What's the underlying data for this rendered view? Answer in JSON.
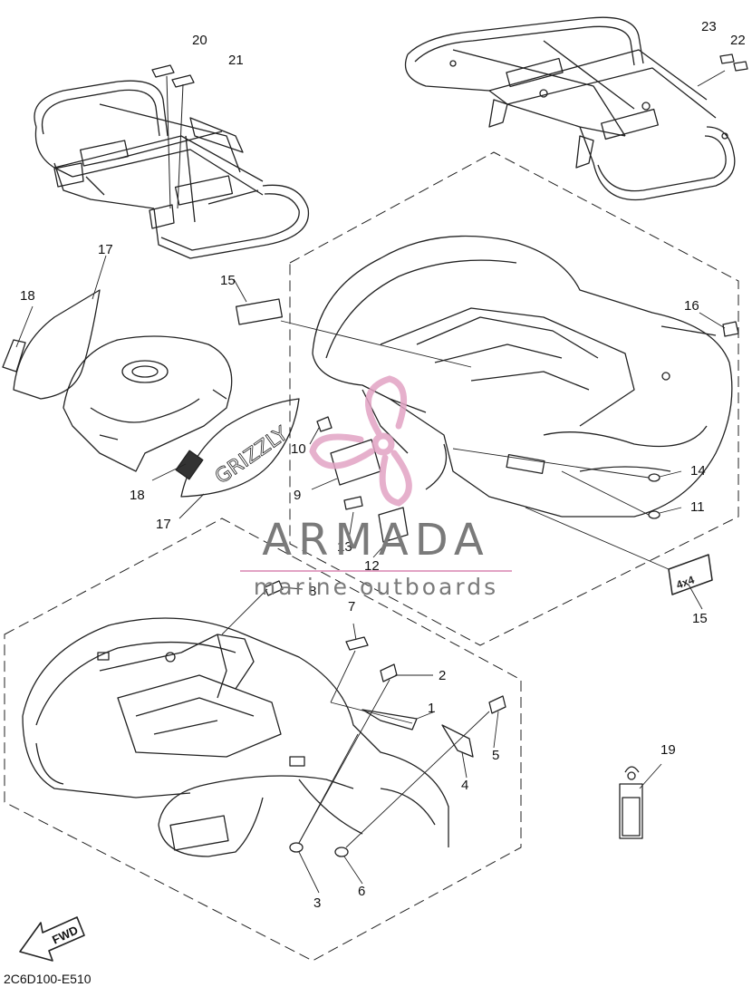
{
  "watermark": {
    "brand": "ARMADA",
    "tagline": "marine outboards",
    "logo_color": "#e2a3c4",
    "text_color": "#7a7a7a",
    "rule_color": "#e2a3c4"
  },
  "diagram_code": "2C6D100-E510",
  "fwd_label": "FWD",
  "part_numbers": [
    "20",
    "21",
    "23",
    "22",
    "17",
    "18",
    "15",
    "16",
    "10",
    "9",
    "14",
    "11",
    "18",
    "17",
    "13",
    "12",
    "8",
    "15",
    "7",
    "2",
    "1",
    "5",
    "4",
    "19",
    "3",
    "6"
  ]
}
